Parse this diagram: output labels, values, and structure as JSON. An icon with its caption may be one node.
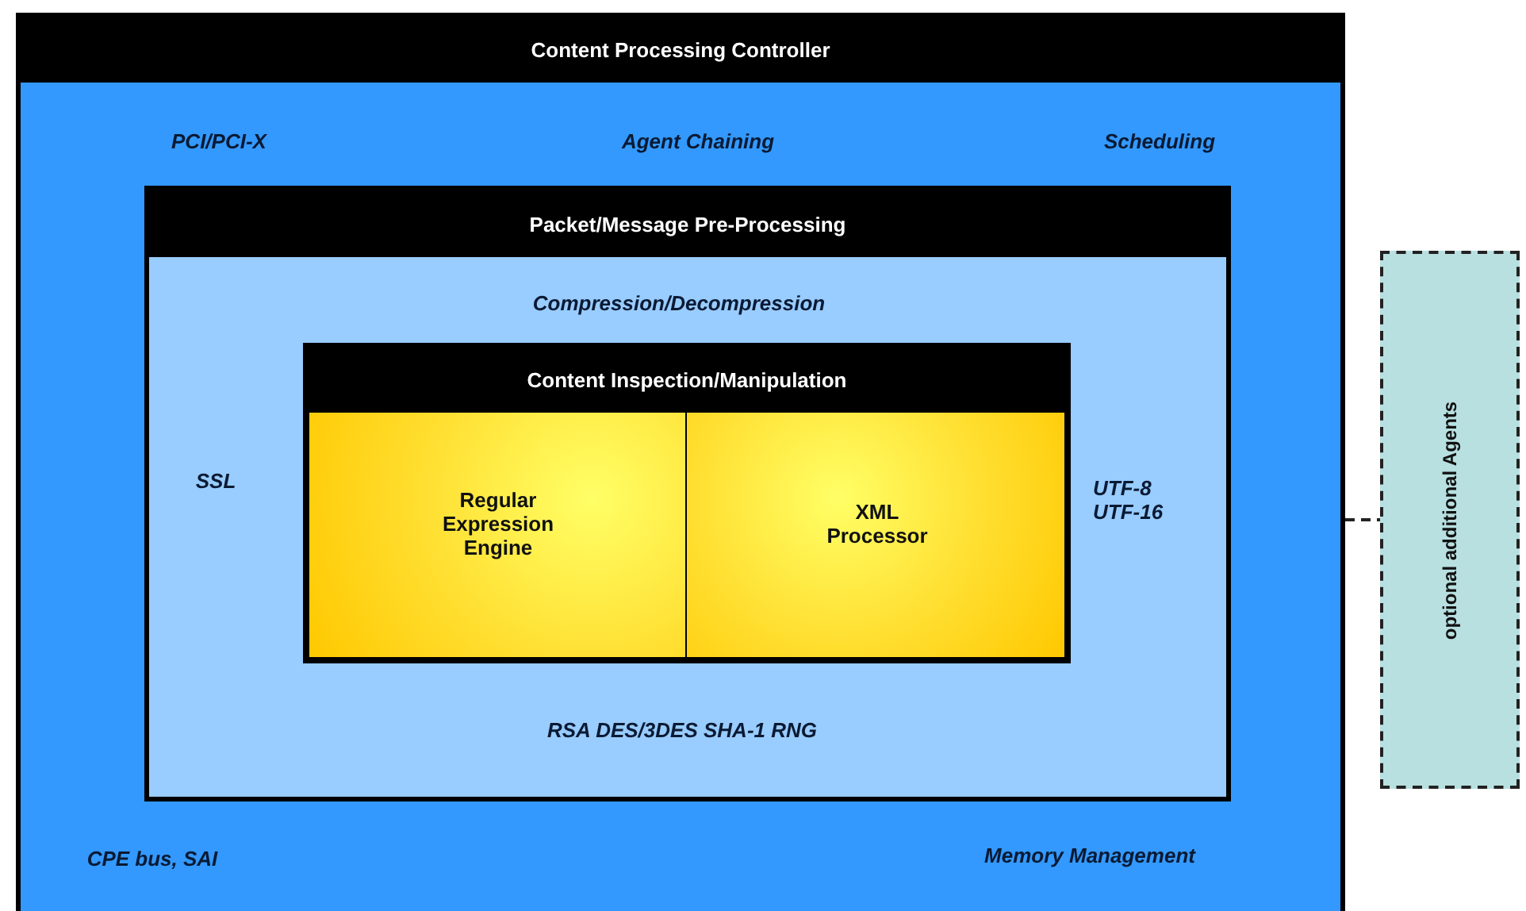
{
  "diagram": {
    "nodes": [
      {
        "text": [
          "Content Processing Controller",
          "PCI/PCI-X",
          "Agent Chaining",
          "Scheduling",
          "CPE bus, SAI",
          "Memory Management"
        ]
      },
      {
        "text": [
          "Packet/Message Pre-Processing",
          "Compression/Decompression",
          "SSL",
          "UTF-8 UTF-16",
          "RSA DES/3DES SHA-1 RNG"
        ],
        "in": 0
      },
      {
        "text": [
          "Content Inspection/Manipulation"
        ],
        "in": 1
      },
      {
        "text": [
          "Regular Expression Engine"
        ],
        "in": 2
      },
      {
        "text": [
          "XML Processor"
        ],
        "in": 2
      },
      {
        "text": [
          "optional additional Agents"
        ]
      }
    ],
    "edges": [
      {
        "from": 0,
        "to": 5,
        "arrow": "none",
        "style": "dashed"
      }
    ]
  }
}
